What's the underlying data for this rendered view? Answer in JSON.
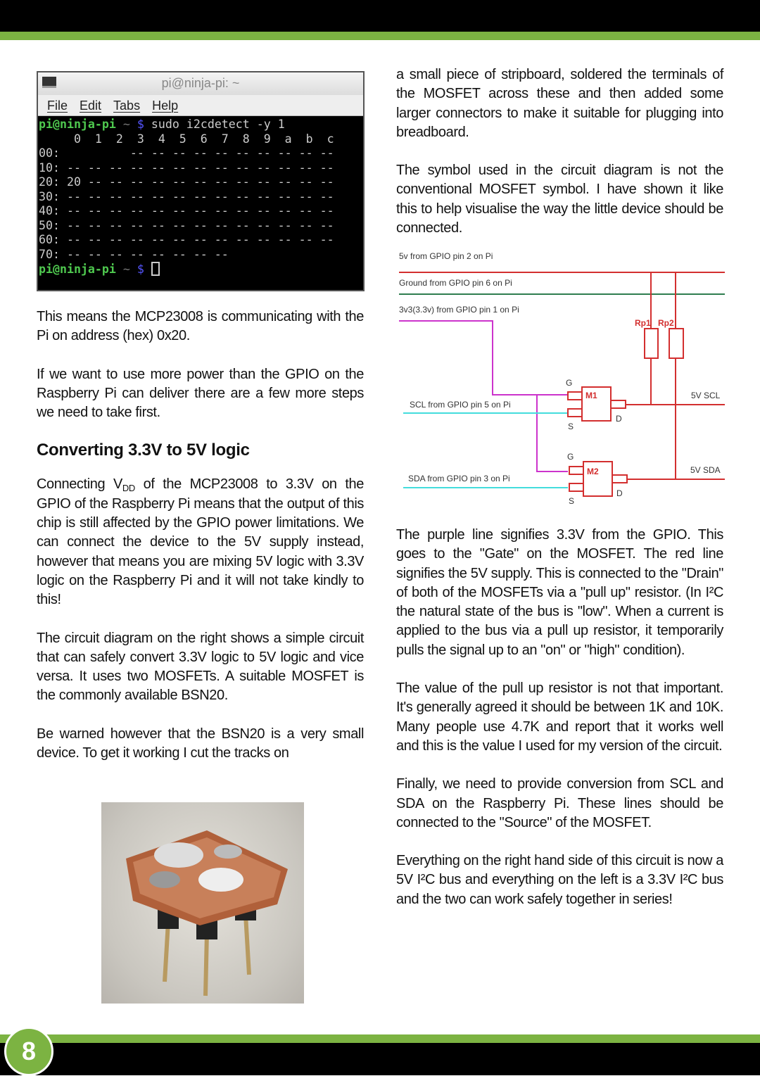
{
  "page_number": "8",
  "colors": {
    "accent_green": "#7cb342",
    "wire_5v": "#d32f2f",
    "wire_ground": "#2e7d4f",
    "wire_3v3": "#cc33cc",
    "wire_signal": "#44dddd"
  },
  "terminal": {
    "title": "pi@ninja-pi: ~",
    "menu": [
      "File",
      "Edit",
      "Tabs",
      "Help"
    ],
    "prompt_user": "pi@ninja-pi",
    "prompt_path": "~",
    "prompt_symbol": "$",
    "command": "sudo i2cdetect -y 1",
    "output": [
      "     0  1  2  3  4  5  6  7  8  9  a  b  c",
      "00:          -- -- -- -- -- -- -- -- -- --",
      "10: -- -- -- -- -- -- -- -- -- -- -- -- --",
      "20: 20 -- -- -- -- -- -- -- -- -- -- -- --",
      "30: -- -- -- -- -- -- -- -- -- -- -- -- --",
      "40: -- -- -- -- -- -- -- -- -- -- -- -- --",
      "50: -- -- -- -- -- -- -- -- -- -- -- -- --",
      "60: -- -- -- -- -- -- -- -- -- -- -- -- --",
      "70: -- -- -- -- -- -- -- --"
    ]
  },
  "left": {
    "p1": "This means the MCP23008 is communicating with the Pi on address (hex) 0x20.",
    "p2": "If we want to use more power than the GPIO on the Raspberry Pi can deliver there are a few more steps we need to take first.",
    "heading": "Converting 3.3V to 5V logic",
    "p3a": "Connecting V",
    "p3sub": "DD",
    "p3b": " of the MCP23008 to 3.3V on the GPIO of the Raspberry Pi means that the output of this chip is still affected by the GPIO power limitations. We can connect the device to the 5V supply instead, however that means you are mixing 5V logic with 3.3V logic on the Raspberry Pi and it will not take kindly to this!",
    "p4": "The circuit diagram on the right shows a simple circuit that can safely convert 3.3V logic to 5V logic and vice versa. It uses two MOSFETs. A suitable MOSFET is the commonly available BSN20.",
    "p5": "Be warned however that the BSN20 is a very small device. To get it working I cut the tracks on"
  },
  "right": {
    "p1": "a small piece of stripboard, soldered the terminals of the MOSFET across these and then added some larger connectors to make it suitable for plugging into breadboard.",
    "p2": "The symbol used in the circuit diagram is not the conventional MOSFET symbol. I have shown it like this to help visualise the way the little device should be connected.",
    "p3": "The purple line signifies 3.3V from the GPIO. This goes to the \"Gate\" on the MOSFET. The red line signifies the 5V supply. This is connected to the \"Drain\" of both of the MOSFETs via a \"pull up\" resistor. (In I²C the natural state of the bus is \"low\". When a current is applied to the bus via a pull up resistor, it temporarily pulls the signal up to an \"on\" or \"high\" condition).",
    "p4": "The value of the pull up resistor is not that important. It's generally agreed it should be between 1K and 10K. Many people use 4.7K and report that it works well and this is the value I used for my version of the circuit.",
    "p5": "Finally, we need to provide conversion from SCL and SDA on the Raspberry Pi. These lines should be connected to the \"Source\" of the MOSFET.",
    "p6": "Everything on the right hand side of this circuit is now a 5V I²C bus and everything on the left is a 3.3V I²C bus and the two can work safely together in series!"
  },
  "diagram": {
    "label_5v": "5v from GPIO pin 2 on Pi",
    "label_ground": "Ground from GPIO pin 6 on Pi",
    "label_3v3": "3v3(3.3v) from GPIO pin 1 on Pi",
    "label_scl": "SCL from GPIO pin 5 on Pi",
    "label_sda": "SDA from GPIO pin 3 on Pi",
    "label_5v_scl": "5V SCL",
    "label_5v_sda": "5V SDA",
    "m1": "M1",
    "m2": "M2",
    "rp1": "Rp1",
    "rp2": "Rp2",
    "gate": "G",
    "source": "S",
    "drain": "D"
  }
}
